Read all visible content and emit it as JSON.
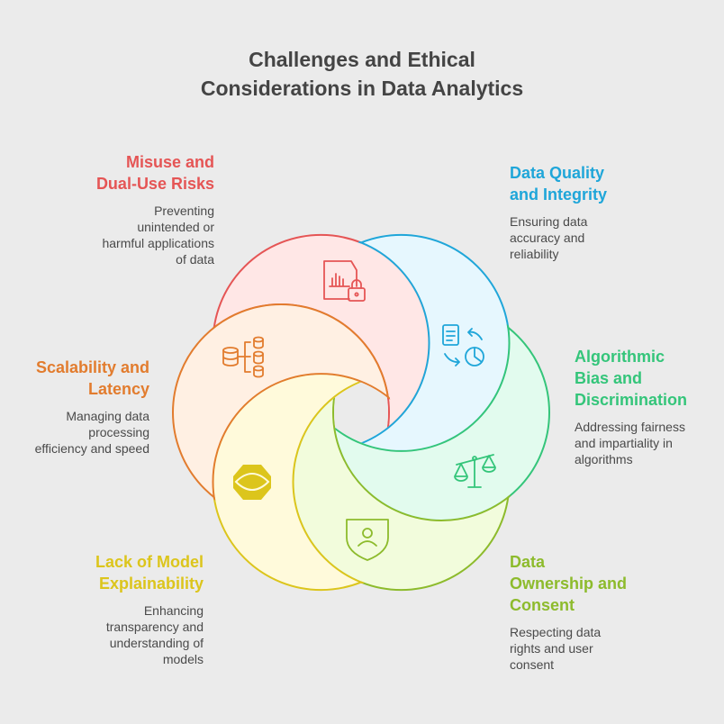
{
  "title": [
    "Challenges and Ethical",
    "Considerations in Data Analytics"
  ],
  "items": [
    {
      "key": "misuse",
      "heading": [
        "Misuse and",
        "Dual-Use Risks"
      ],
      "description": [
        "Preventing",
        "unintended or",
        "harmful applications",
        "of data"
      ],
      "color": "#e55555",
      "fill": "#ffe7e6",
      "icon": "document-chart-lock-icon"
    },
    {
      "key": "quality",
      "heading": [
        "Data Quality",
        "and Integrity"
      ],
      "description": [
        "Ensuring data",
        "accuracy and",
        "reliability"
      ],
      "color": "#1fa6d9",
      "fill": "#e6f7fe",
      "icon": "document-pie-cycle-icon"
    },
    {
      "key": "bias",
      "heading": [
        "Algorithmic",
        "Bias and",
        "Discrimination"
      ],
      "description": [
        "Addressing fairness",
        "and impartiality in",
        "algorithms"
      ],
      "color": "#34c57a",
      "fill": "#e2fbee",
      "icon": "balance-scale-icon"
    },
    {
      "key": "ownership",
      "heading": [
        "Data",
        "Ownership and",
        "Consent"
      ],
      "description": [
        "Respecting data",
        "rights and user",
        "consent"
      ],
      "color": "#8dbb2c",
      "fill": "#f2fcdc",
      "icon": "shield-user-icon"
    },
    {
      "key": "explainability",
      "heading": [
        "Lack of Model",
        "Explainability"
      ],
      "description": [
        "Enhancing",
        "transparency and",
        "understanding of",
        "models"
      ],
      "color": "#dcc51c",
      "fill": "#fffadb",
      "icon": "layers-eye-icon"
    },
    {
      "key": "scalability",
      "heading": [
        "Scalability and",
        "Latency"
      ],
      "description": [
        "Managing data",
        "processing",
        "efficiency and speed"
      ],
      "color": "#e27c2e",
      "fill": "#fff0e3",
      "icon": "database-tree-icon"
    }
  ]
}
